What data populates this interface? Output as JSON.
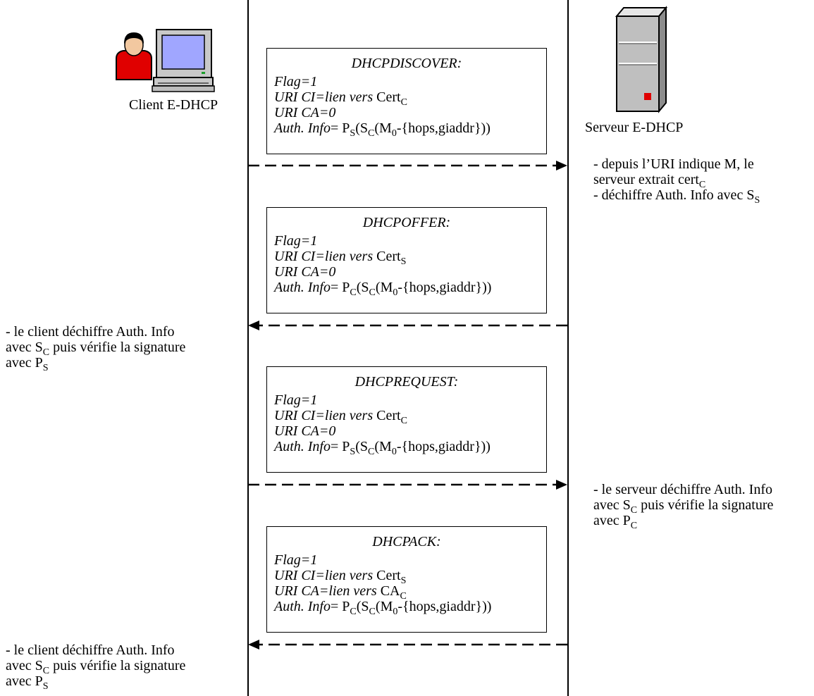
{
  "actors": {
    "client": {
      "label": "Client E-DHCP",
      "icon": "client-computer-user-icon"
    },
    "server": {
      "label": "Serveur E-DHCP",
      "icon": "server-tower-icon"
    }
  },
  "messages": [
    {
      "title": "DHCPDISCOVER:",
      "flag": "Flag=1",
      "uri_ci_label": "URI CI=lien vers",
      "uri_ci_value": "Cert",
      "uri_ci_sub": "C",
      "uri_ca_label": "URI CA=0",
      "uri_ca_value": "",
      "uri_ca_sub": "",
      "auth_label": "Auth. Info",
      "auth_p": "S",
      "auth_s": "C",
      "direction": "client-to-server"
    },
    {
      "title": "DHCPOFFER:",
      "flag": "Flag=1",
      "uri_ci_label": "URI CI=lien vers",
      "uri_ci_value": "Cert",
      "uri_ci_sub": "S",
      "uri_ca_label": "URI CA=0",
      "uri_ca_value": "",
      "uri_ca_sub": "",
      "auth_label": "Auth. Info",
      "auth_p": "C",
      "auth_s": "C",
      "direction": "server-to-client"
    },
    {
      "title": "DHCPREQUEST:",
      "flag": "Flag=1",
      "uri_ci_label": "URI CI=lien vers",
      "uri_ci_value": "Cert",
      "uri_ci_sub": "C",
      "uri_ca_label": "URI CA=0",
      "uri_ca_value": "",
      "uri_ca_sub": "",
      "auth_label": "Auth. Info",
      "auth_p": "S",
      "auth_s": "C",
      "direction": "client-to-server"
    },
    {
      "title": "DHCPACK:",
      "flag": "Flag=1",
      "uri_ci_label": "URI CI=lien vers",
      "uri_ci_value": "Cert",
      "uri_ci_sub": "S",
      "uri_ca_label": "URI CA=lien vers",
      "uri_ca_value": "CA",
      "uri_ca_sub": "C",
      "auth_label": "Auth. Info",
      "auth_p": "C",
      "auth_s": "C",
      "direction": "server-to-client"
    }
  ],
  "auth_formula": {
    "eq": "= ",
    "P": "P",
    "open1": "(",
    "S": "S",
    "open2": "(",
    "M": "M",
    "M_sub": "0",
    "rest": "-{hops,giaddr}))"
  },
  "notes": {
    "server1": {
      "line1": "- depuis l’URI indique M, le",
      "line2a": "serveur extrait  cert",
      "line2sub": "C",
      "line3a": "- déchiffre Auth. Info avec S",
      "line3sub": "S"
    },
    "client1": {
      "line1": "- le client déchiffre Auth. Info",
      "line2a": "avec S",
      "line2sub": "C",
      "line2b": " puis vérifie la signature",
      "line3a": "avec P",
      "line3sub": "S"
    },
    "server2": {
      "line1": "- le serveur déchiffre Auth. Info",
      "line2a": "avec S",
      "line2sub": "C",
      "line2b": " puis vérifie la signature",
      "line3a": "avec P",
      "line3sub": "C"
    },
    "client2": {
      "line1": "- le client déchiffre Auth. Info",
      "line2a": "avec S",
      "line2sub": "C",
      "line2b": " puis vérifie la signature",
      "line3a": "avec P",
      "line3sub": "S"
    }
  }
}
